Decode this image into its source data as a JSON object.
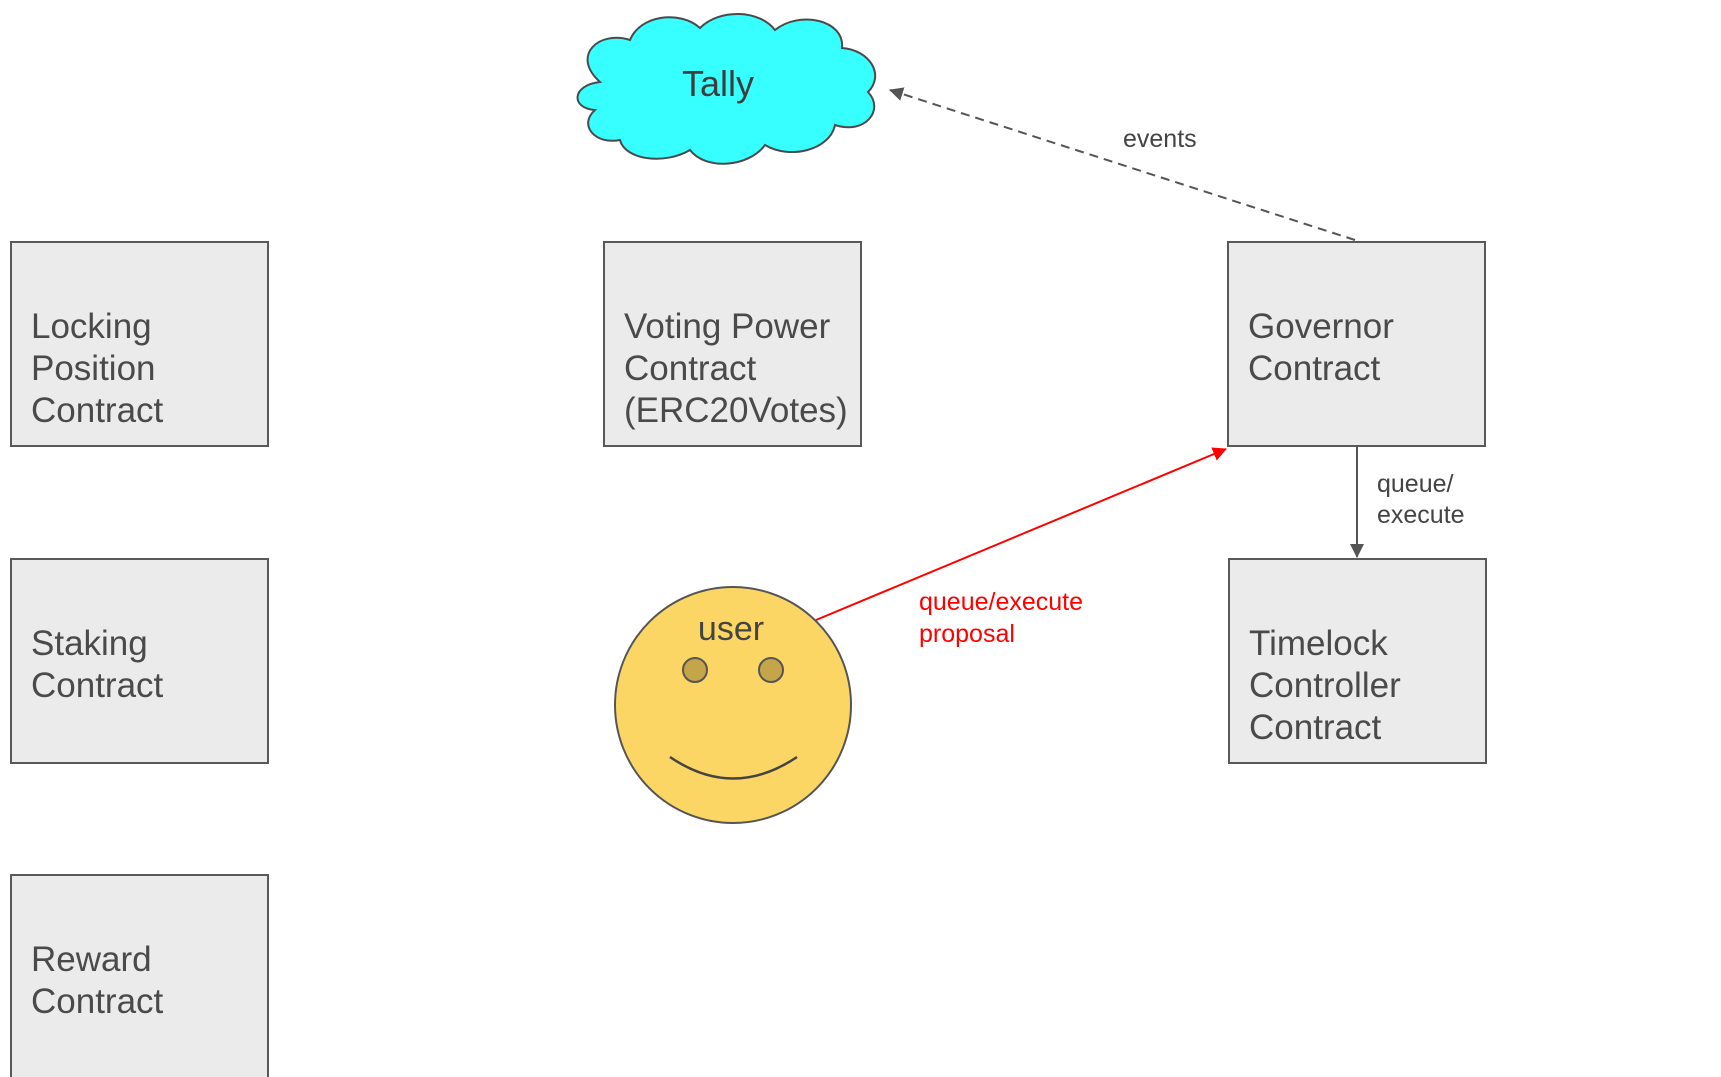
{
  "nodes": {
    "tally": {
      "label": "Tally",
      "fill": "#38ffff"
    },
    "locking": {
      "lines": [
        "Locking",
        "Position",
        "Contract"
      ]
    },
    "voting": {
      "lines": [
        "Voting Power",
        "Contract",
        "(ERC20Votes)"
      ]
    },
    "governor": {
      "lines": [
        "Governor",
        "Contract"
      ]
    },
    "staking": {
      "lines": [
        "Staking",
        "Contract"
      ]
    },
    "timelock": {
      "lines": [
        "Timelock",
        "Controller",
        "Contract"
      ]
    },
    "reward": {
      "lines": [
        "Reward",
        "Contract"
      ]
    },
    "user": {
      "label": "user",
      "fill": "#fcd664"
    }
  },
  "edges": {
    "events": {
      "from": "governor",
      "to": "tally",
      "style": "dashed",
      "label": [
        "events"
      ]
    },
    "queue_execute": {
      "from": "governor",
      "to": "timelock",
      "style": "solid",
      "label": [
        "queue/",
        "execute"
      ]
    },
    "user_proposal": {
      "from": "user",
      "to": "governor",
      "style": "solid",
      "color": "#ff0000",
      "label": [
        "queue/execute",
        "proposal"
      ]
    }
  },
  "colors": {
    "box_fill": "#ebebeb",
    "box_stroke": "#595959",
    "text": "#4a4a4a",
    "red": "#ff0000"
  }
}
